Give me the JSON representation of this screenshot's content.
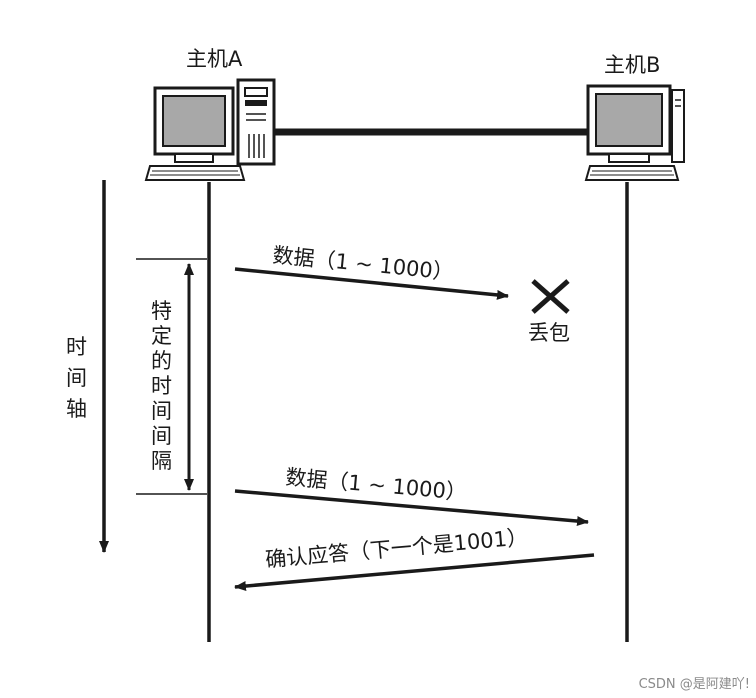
{
  "hosts": {
    "a": {
      "label": "主机A"
    },
    "b": {
      "label": "主机B"
    }
  },
  "time_axis": {
    "label_chars": [
      "时",
      "间",
      "轴"
    ]
  },
  "interval": {
    "label_chars": [
      "特",
      "定",
      "的",
      "时",
      "间",
      "间",
      "隔"
    ]
  },
  "messages": {
    "first": {
      "label": "数据（1 ~ 1000）"
    },
    "lost": {
      "label": "丢包"
    },
    "retransmit": {
      "label": "数据（1 ~ 1000）"
    },
    "ack": {
      "label": "确认应答（下一个是1001）"
    }
  },
  "watermark": "CSDN @是阿建吖!"
}
